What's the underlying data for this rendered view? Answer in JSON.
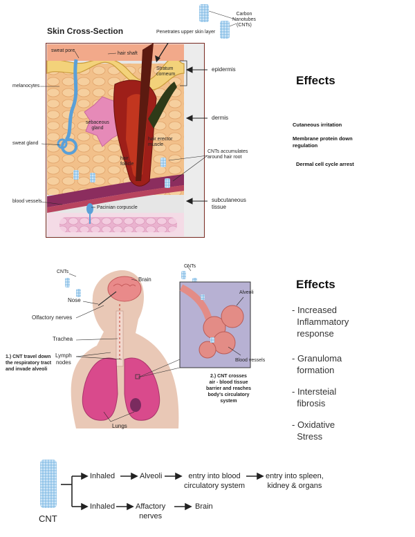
{
  "skin": {
    "title": "Skin Cross-Section",
    "cnt_legend": "Carbon\nNanotubes\n(CNTs)",
    "penetrates": "Penetrates upper skin layer",
    "labels": {
      "sweat_pore": "sweat pore",
      "hair_shaft": "hair shaft",
      "stratum": "Stratum\ncorneum",
      "melanocytes": "melanocytes",
      "sebaceous": "sebaceous\ngland",
      "erector": "hair erector\nmuscle",
      "sweat_gland": "sweat gland",
      "follicle": "hair\nfollicle",
      "accumulates": "CNTs accumulates\naround hair root",
      "blood_vessels": "blood vessels",
      "pacinian": "Pacinian corpuscle"
    },
    "layers": {
      "epidermis": "epidermis",
      "dermis": "dermis",
      "subcutaneous": "subcutaneous\ntissue"
    },
    "effects_title": "Effects",
    "effects": [
      "Cutaneous irritation",
      "Membrane protein down\nregulation",
      "Dermal cell cycle arrest"
    ]
  },
  "lung": {
    "cnts_1": "CNTs",
    "cnts_2": "CNTs",
    "labels": {
      "brain": "Brain",
      "nose": "Nose",
      "olfactory": "Olfactory nerves",
      "trachea": "Trachea",
      "lymph": "Lymph\nnodes",
      "lungs": "Lungs",
      "alveoli": "Alveoli",
      "blood_vessels": "Blood vessels"
    },
    "step1": "1.) CNT travel down\nthe respiratory tract\nand invade alveoli",
    "step2": "2.) CNT crosses\nair - blood tissue\nbarrier and reaches\nbody's circulatory\nsystem",
    "effects_title": "Effects",
    "effects": [
      "- Increased\n  Inflammatory\n  response",
      "- Granuloma\n  formation",
      "- Intersteial\n  fibrosis",
      "- Oxidative\n  Stress"
    ]
  },
  "flow": {
    "cnt": "CNT",
    "row1": [
      "Inhaled",
      "Alveoli",
      "entry into blood\ncirculatory system",
      "entry into spleen,\nkidney & organs"
    ],
    "row2": [
      "Inhaled",
      "Affactory\nnerves",
      "Brain"
    ]
  }
}
